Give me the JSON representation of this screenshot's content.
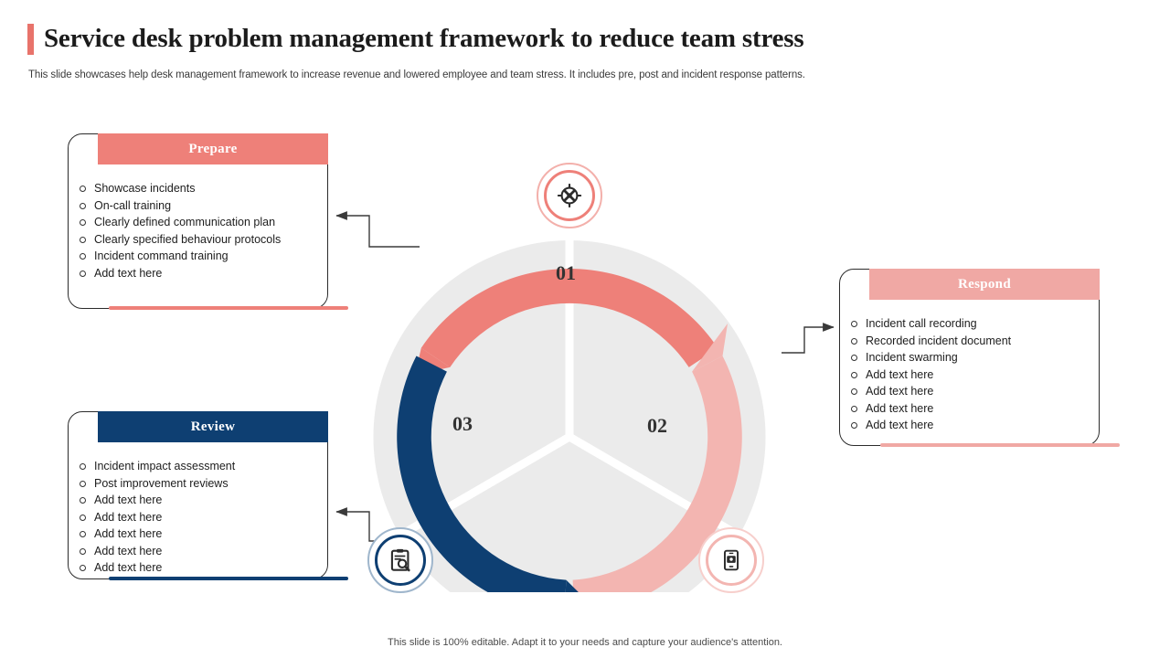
{
  "slide": {
    "title": "Service desk problem management framework to reduce team stress",
    "subtitle": "This slide showcases help desk management framework to increase revenue and lowered employee and team stress. It includes pre, post and incident response patterns.",
    "footer": "This slide is 100% editable.  Adapt it to your needs and capture your audience's attention."
  },
  "colors": {
    "coral": "#ee8079",
    "light_coral": "#f0a8a4",
    "navy": "#0e3f72",
    "title_accent": "#e8736b",
    "wheel_inner": "#ebebeb"
  },
  "diagram": {
    "segments": [
      {
        "number": "01",
        "label": "Prepare",
        "color": "#ee8079",
        "icon": "incident-target-icon"
      },
      {
        "number": "02",
        "label": "Respond",
        "color": "#f0a8a4",
        "icon": "mobile-device-icon"
      },
      {
        "number": "03",
        "label": "Review",
        "color": "#0e3f72",
        "icon": "clipboard-search-icon"
      }
    ]
  },
  "cards": [
    {
      "id": "prepare",
      "heading": "Prepare",
      "items": [
        "Showcase incidents",
        "On-call training",
        "Clearly defined communication plan",
        "Clearly specified behaviour protocols",
        "Incident command training",
        "Add text here"
      ]
    },
    {
      "id": "respond",
      "heading": "Respond",
      "items": [
        "Incident call recording",
        "Recorded incident document",
        "Incident swarming",
        "Add text here",
        "Add text here",
        "Add text here",
        "Add text here"
      ]
    },
    {
      "id": "review",
      "heading": "Review",
      "items": [
        "Incident impact assessment",
        "Post improvement reviews",
        "Add text here",
        "Add text here",
        "Add text here",
        "Add text here",
        "Add text here"
      ]
    }
  ]
}
